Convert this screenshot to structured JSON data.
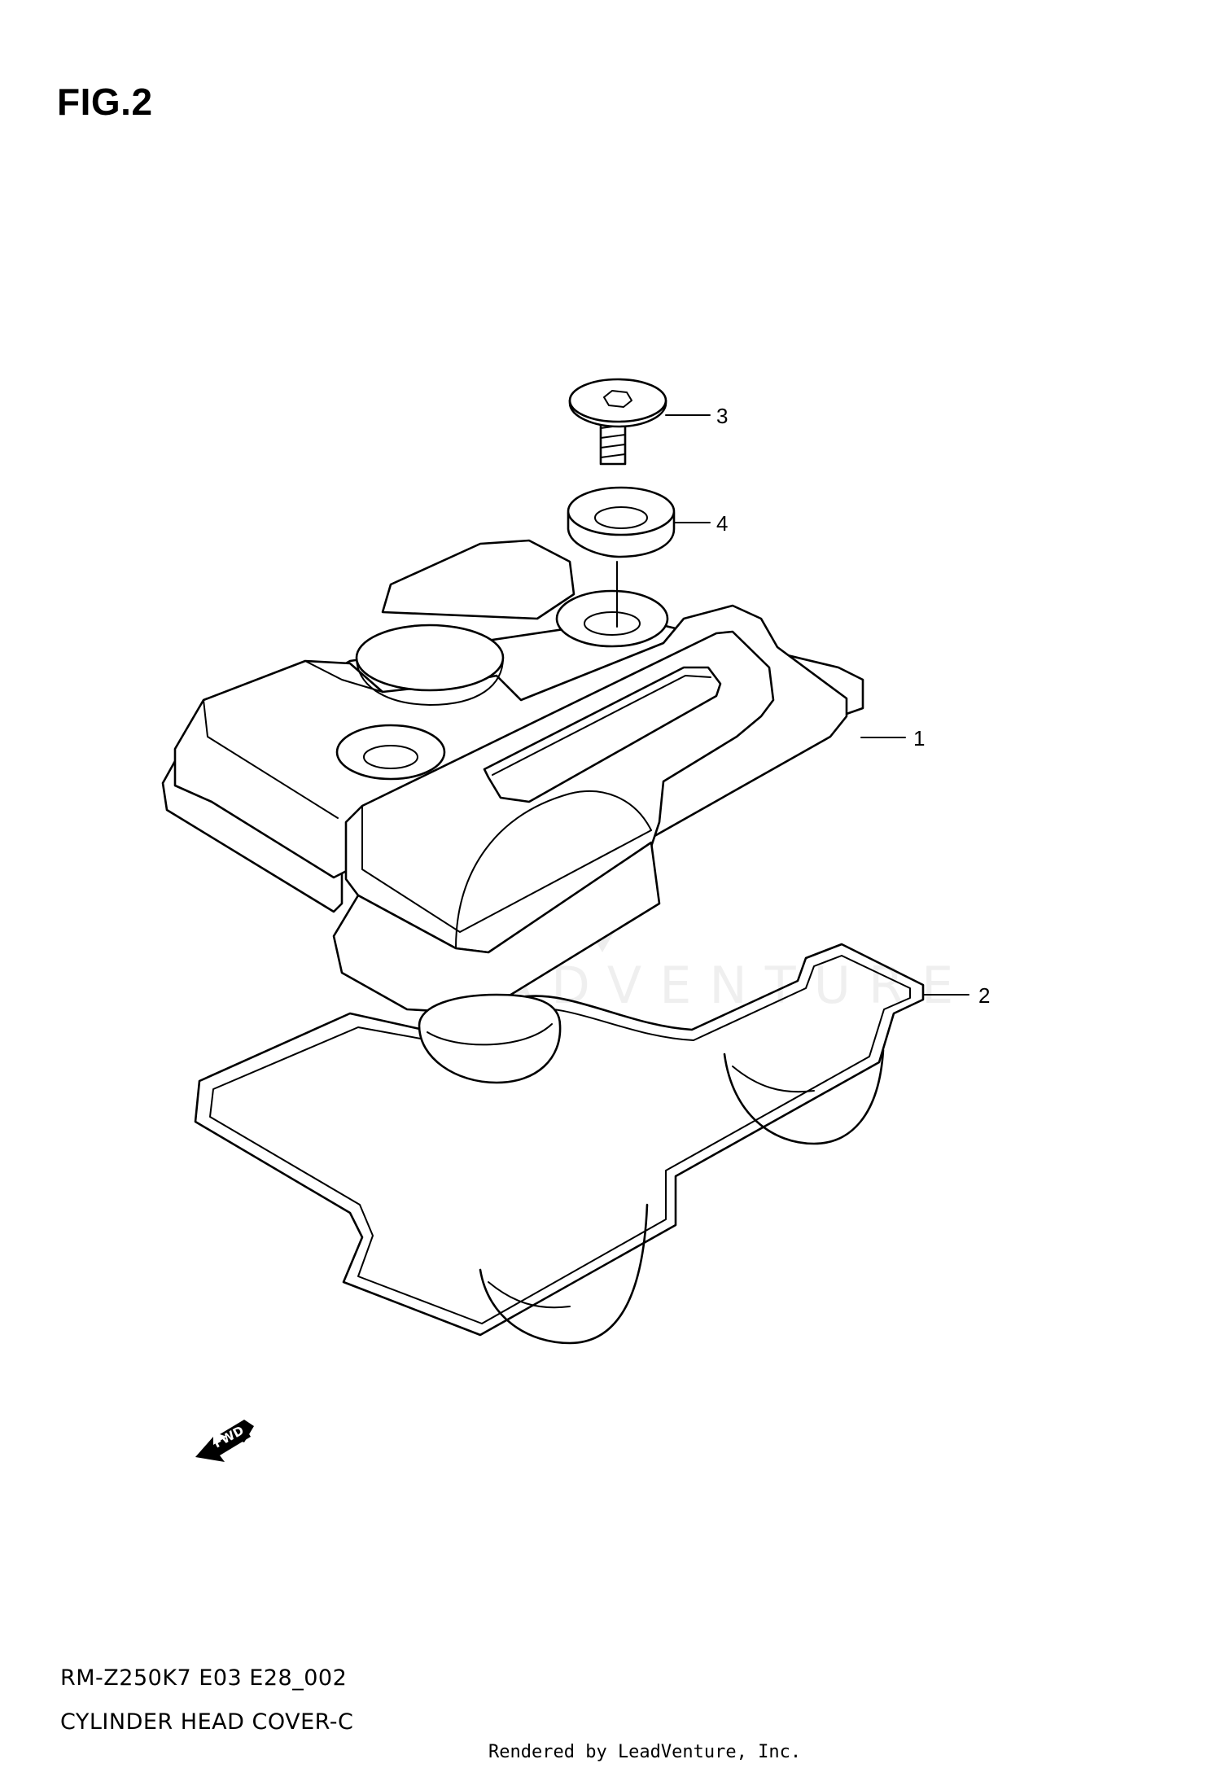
{
  "figure": {
    "title": "FIG.2"
  },
  "callouts": [
    "1",
    "2",
    "3",
    "4"
  ],
  "watermark": {
    "text": "LEADVENTURE"
  },
  "direction_arrow": {
    "label": "FWD"
  },
  "caption": {
    "code": "RM-Z250K7 E03 E28_002",
    "name": "CYLINDER HEAD COVER-C"
  },
  "footer": {
    "rendered_by": "Rendered by LeadVenture, Inc."
  },
  "colors": {
    "line": "#000000",
    "background": "#ffffff"
  }
}
